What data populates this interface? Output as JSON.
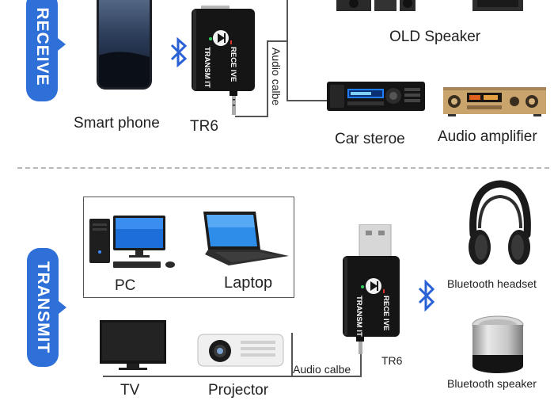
{
  "receive": {
    "mode_label": "RECEIVE",
    "smartphone_label": "Smart phone",
    "tr6_label": "TR6",
    "audio_cable_label": "Audio calbe",
    "old_speaker_label": "OLD Speaker",
    "car_stereo_label": "Car steroe",
    "amplifier_label": "Audio amplifier"
  },
  "transmit": {
    "mode_label": "TRANSMIT",
    "pc_label": "PC",
    "laptop_label": "Laptop",
    "tv_label": "TV",
    "projector_label": "Projector",
    "audio_cable_label": "Audio calbe",
    "tr6_label": "TR6",
    "headset_label": "Bluetooth headset",
    "speaker_label": "Bluetooth speaker"
  },
  "device": {
    "side_label_transmit": "TRANSM IT",
    "side_label_receive": "RECE IVE"
  },
  "colors": {
    "accent": "#2f6fd8",
    "bluetooth": "#2a62d6"
  },
  "icons": {
    "bluetooth": "bluetooth-icon"
  }
}
